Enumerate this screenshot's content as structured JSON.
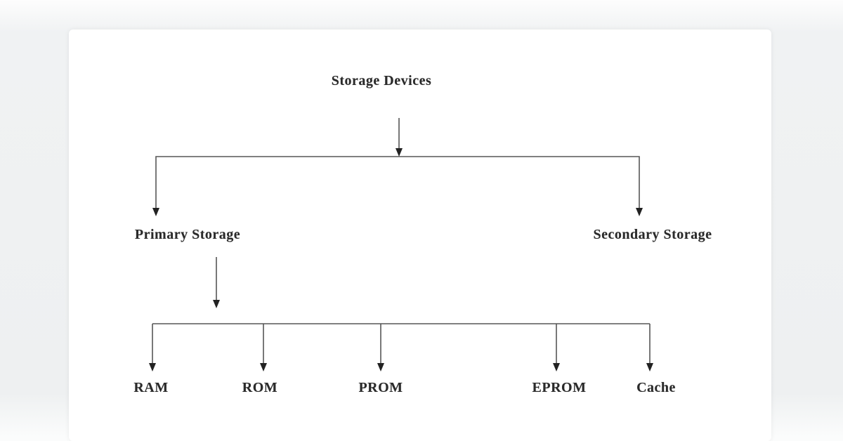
{
  "page": {
    "background_color": "#eef0f1",
    "card_color": "#ffffff"
  },
  "diagram": {
    "type": "tree",
    "line_color": "#565656",
    "arrowhead_color": "#222222",
    "text_color": "#2a2a2a",
    "root": {
      "label": "Storage Devices",
      "children": [
        {
          "label": "Primary Storage",
          "children": [
            {
              "label": "RAM"
            },
            {
              "label": "ROM"
            },
            {
              "label": "PROM"
            },
            {
              "label": "EPROM"
            },
            {
              "label": "Cache"
            }
          ]
        },
        {
          "label": "Secondary Storage",
          "children": []
        }
      ]
    }
  }
}
